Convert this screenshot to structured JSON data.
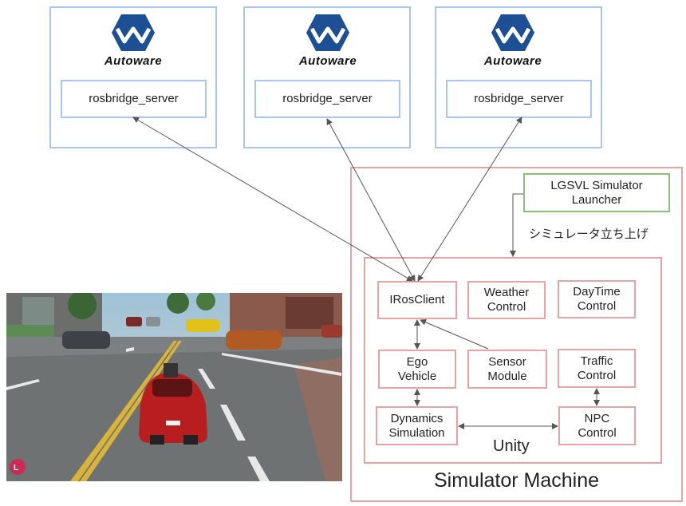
{
  "autoware_nodes": [
    {
      "brand": "Autoware",
      "server": "rosbridge_server"
    },
    {
      "brand": "Autoware",
      "server": "rosbridge_server"
    },
    {
      "brand": "Autoware",
      "server": "rosbridge_server"
    }
  ],
  "launcher": {
    "label": "LGSVL Simulator\nLauncher",
    "edge_label": "シミュレータ立ち上げ"
  },
  "unity": {
    "label": "Unity",
    "components": {
      "irosclient": "IRosClient",
      "weather": "Weather\nControl",
      "daytime": "DayTime\nControl",
      "ego": "Ego\nVehicle",
      "sensor": "Sensor\nModule",
      "traffic": "Traffic\nControl",
      "dynamics": "Dynamics\nSimulation",
      "npc": "NPC\nControl"
    }
  },
  "machine_label": "Simulator Machine",
  "colors": {
    "server_border": "#a9c4f5",
    "machine_border": "#e8a3a3",
    "launcher_border": "#88c17a",
    "logo_hex": "#1d4f95"
  },
  "icons": {
    "brand_logo": "autoware-logo",
    "photo": "simulator-screenshot"
  }
}
